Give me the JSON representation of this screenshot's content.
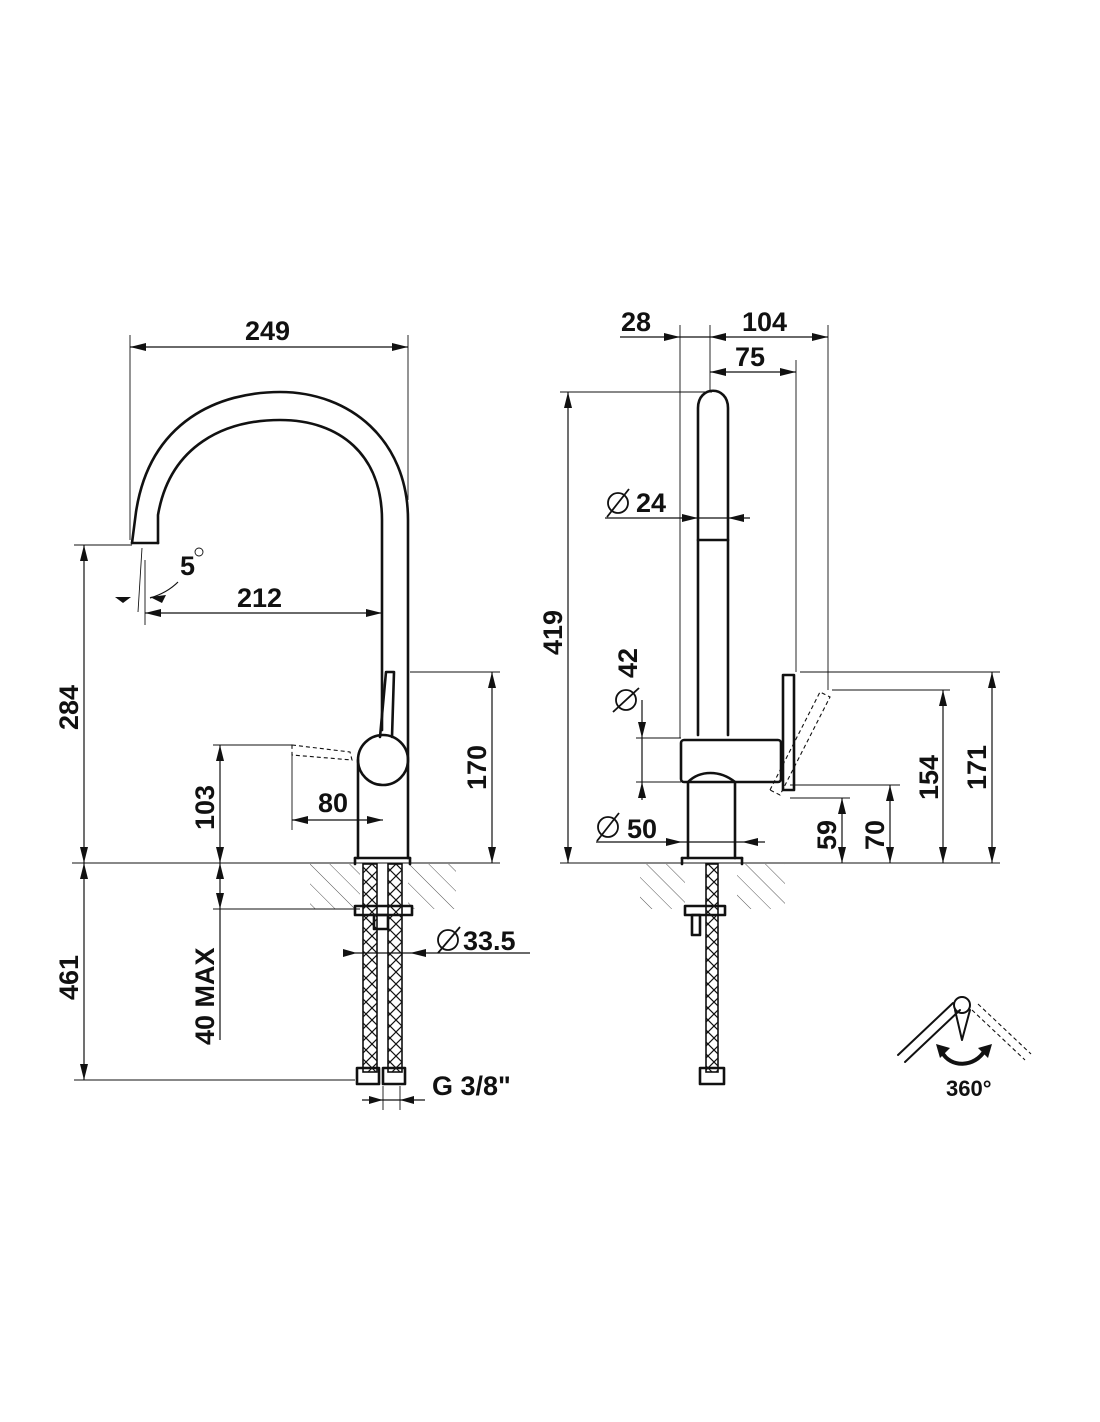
{
  "front_view": {
    "dims": {
      "width_total": "249",
      "spout_reach": "212",
      "spout_angle": "5",
      "spout_height": "284",
      "lever_height": "103",
      "lever_reach": "80",
      "body_height": "170",
      "below_deck": "461",
      "deck_thickness": "40 MAX",
      "hole_diameter": "33.5",
      "thread": "G 3/8\""
    }
  },
  "side_view": {
    "dims": {
      "offset": "28",
      "depth": "104",
      "lever_depth": "75",
      "total_height": "419",
      "spout_diameter": "24",
      "body_diameter": "42",
      "base_diameter": "50",
      "lever_low": "59",
      "lever_base": "70",
      "lever_mid": "154",
      "lever_top": "171"
    }
  },
  "rotation": {
    "label": "360°"
  }
}
